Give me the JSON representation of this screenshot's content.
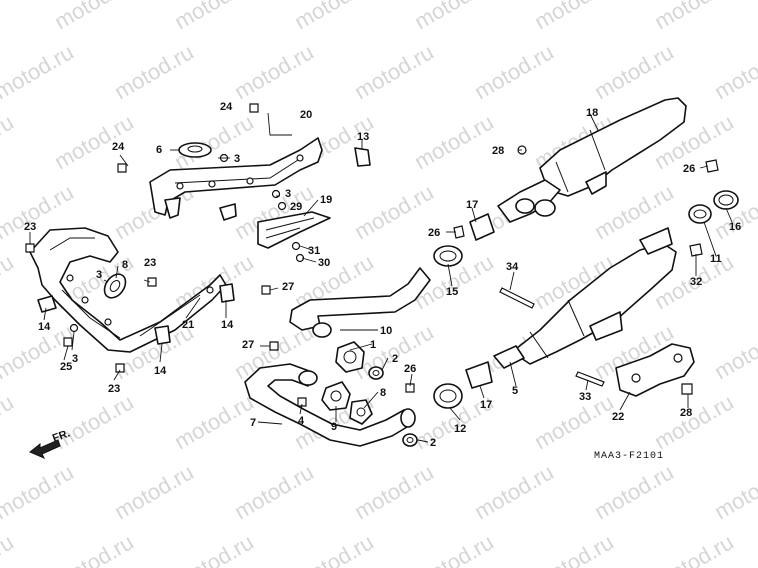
{
  "watermark": "motod.ru",
  "diagram_code": "MAA3-F2101",
  "direction_label": "FR.",
  "callouts": [
    "24",
    "20",
    "6",
    "3",
    "24",
    "13",
    "3",
    "29",
    "19",
    "28",
    "18",
    "26",
    "17",
    "26",
    "16",
    "23",
    "8",
    "3",
    "23",
    "21",
    "14",
    "14",
    "27",
    "31",
    "30",
    "15",
    "34",
    "11",
    "32",
    "10",
    "1",
    "2",
    "27",
    "3",
    "25",
    "23",
    "14",
    "7",
    "4",
    "9",
    "8",
    "2",
    "26",
    "12",
    "17",
    "5",
    "33",
    "22",
    "28"
  ]
}
